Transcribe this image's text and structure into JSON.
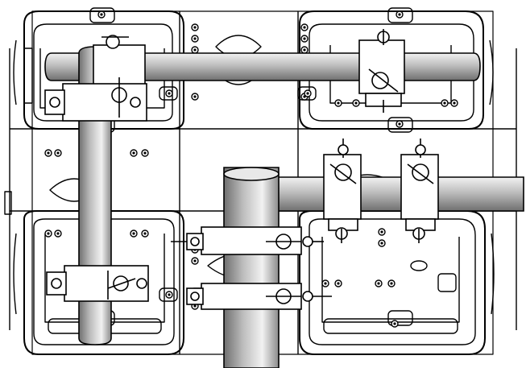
{
  "drawing": {
    "subject": "",
    "colors": {
      "line": "#000000",
      "paper": "#ffffff",
      "tube_dark": "#6f6f6f",
      "tube_light": "#f2f2f2",
      "tube_mid": "#bdbdbd"
    },
    "clamp_count": 8,
    "fixture_count": 4,
    "tube_count": 4
  }
}
